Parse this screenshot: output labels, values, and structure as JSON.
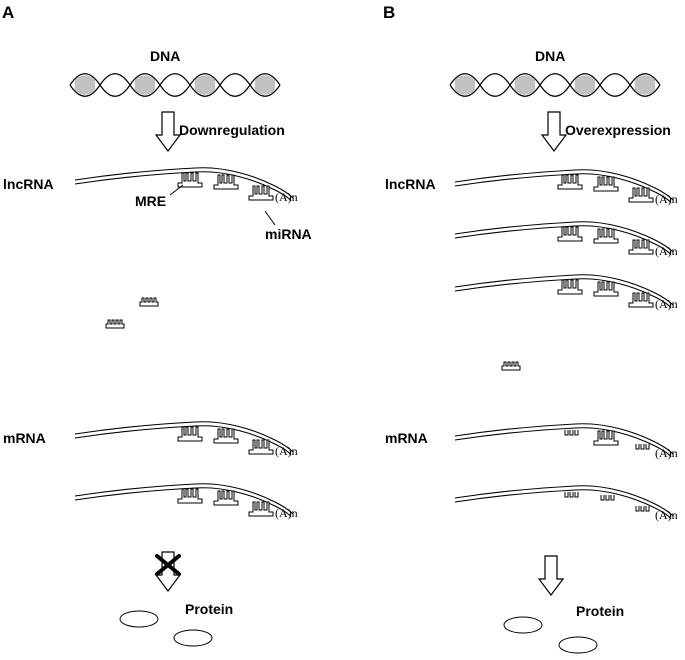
{
  "panel_a": {
    "letter": "A",
    "dna": "DNA",
    "arrow_label": "Downregulation",
    "lncrna": "lncRNA",
    "mre": "MRE",
    "mirna": "miRNA",
    "mrna": "mRNA",
    "protein": "Protein",
    "polya": "(A)n"
  },
  "panel_b": {
    "letter": "B",
    "dna": "DNA",
    "arrow_label": "Overexpression",
    "lncrna": "lncRNA",
    "mrna": "mRNA",
    "protein": "Protein",
    "polya": "(A)n"
  }
}
